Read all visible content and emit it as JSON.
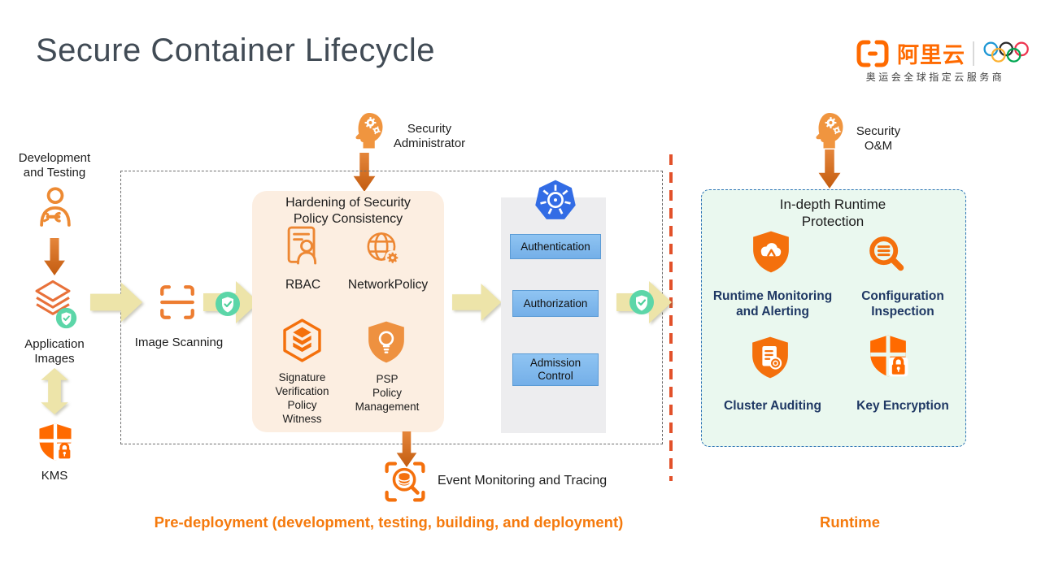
{
  "header": {
    "title": "Secure Container Lifecycle",
    "logo": {
      "brand_cn": "阿里云",
      "subtitle_cn": "奥运会全球指定云服务商"
    }
  },
  "left_flow": {
    "dev_testing": "Development\nand Testing",
    "application_images": "Application\nImages",
    "kms": "KMS"
  },
  "actors": {
    "security_admin": "Security\nAdministrator",
    "security_om": "Security\nO&M"
  },
  "pre_deployment": {
    "image_scanning": "Image Scanning",
    "hardening_title": "Hardening of Security\nPolicy Consistency",
    "rbac": "RBAC",
    "network_policy": "NetworkPolicy",
    "signature": "Signature\nVerification\nPolicy\nWitness",
    "psp": "PSP\nPolicy\nManagement",
    "authentication": "Authentication",
    "authorization": "Authorization",
    "admission_control": "Admission\nControl",
    "event_monitoring": "Event Monitoring and Tracing",
    "stage_label": "Pre-deployment (development, testing, building, and deployment)"
  },
  "runtime": {
    "box_title": "In-depth Runtime\nProtection",
    "runtime_monitoring": "Runtime Monitoring\nand Alerting",
    "configuration_inspection": "Configuration\nInspection",
    "cluster_auditing": "Cluster Auditing",
    "key_encryption": "Key Encryption",
    "stage_label": "Runtime"
  },
  "colors": {
    "accent_orange": "#FF6A00",
    "icon_orange": "#F4700C",
    "outline_orange": "#ED8733",
    "down_arrow_orange": "#D2691E",
    "flow_arrow_tan": "#EDE4A9",
    "k8s_blue": "#326CE5",
    "auth_box_blue": "#7DB7EC",
    "navy_text": "#1F3864",
    "stage_divider_red": "#E2512A",
    "hardening_bg": "#FCEEE1",
    "runtime_bg": "#EAF8EF",
    "badge_green": "#5CD6A8"
  }
}
